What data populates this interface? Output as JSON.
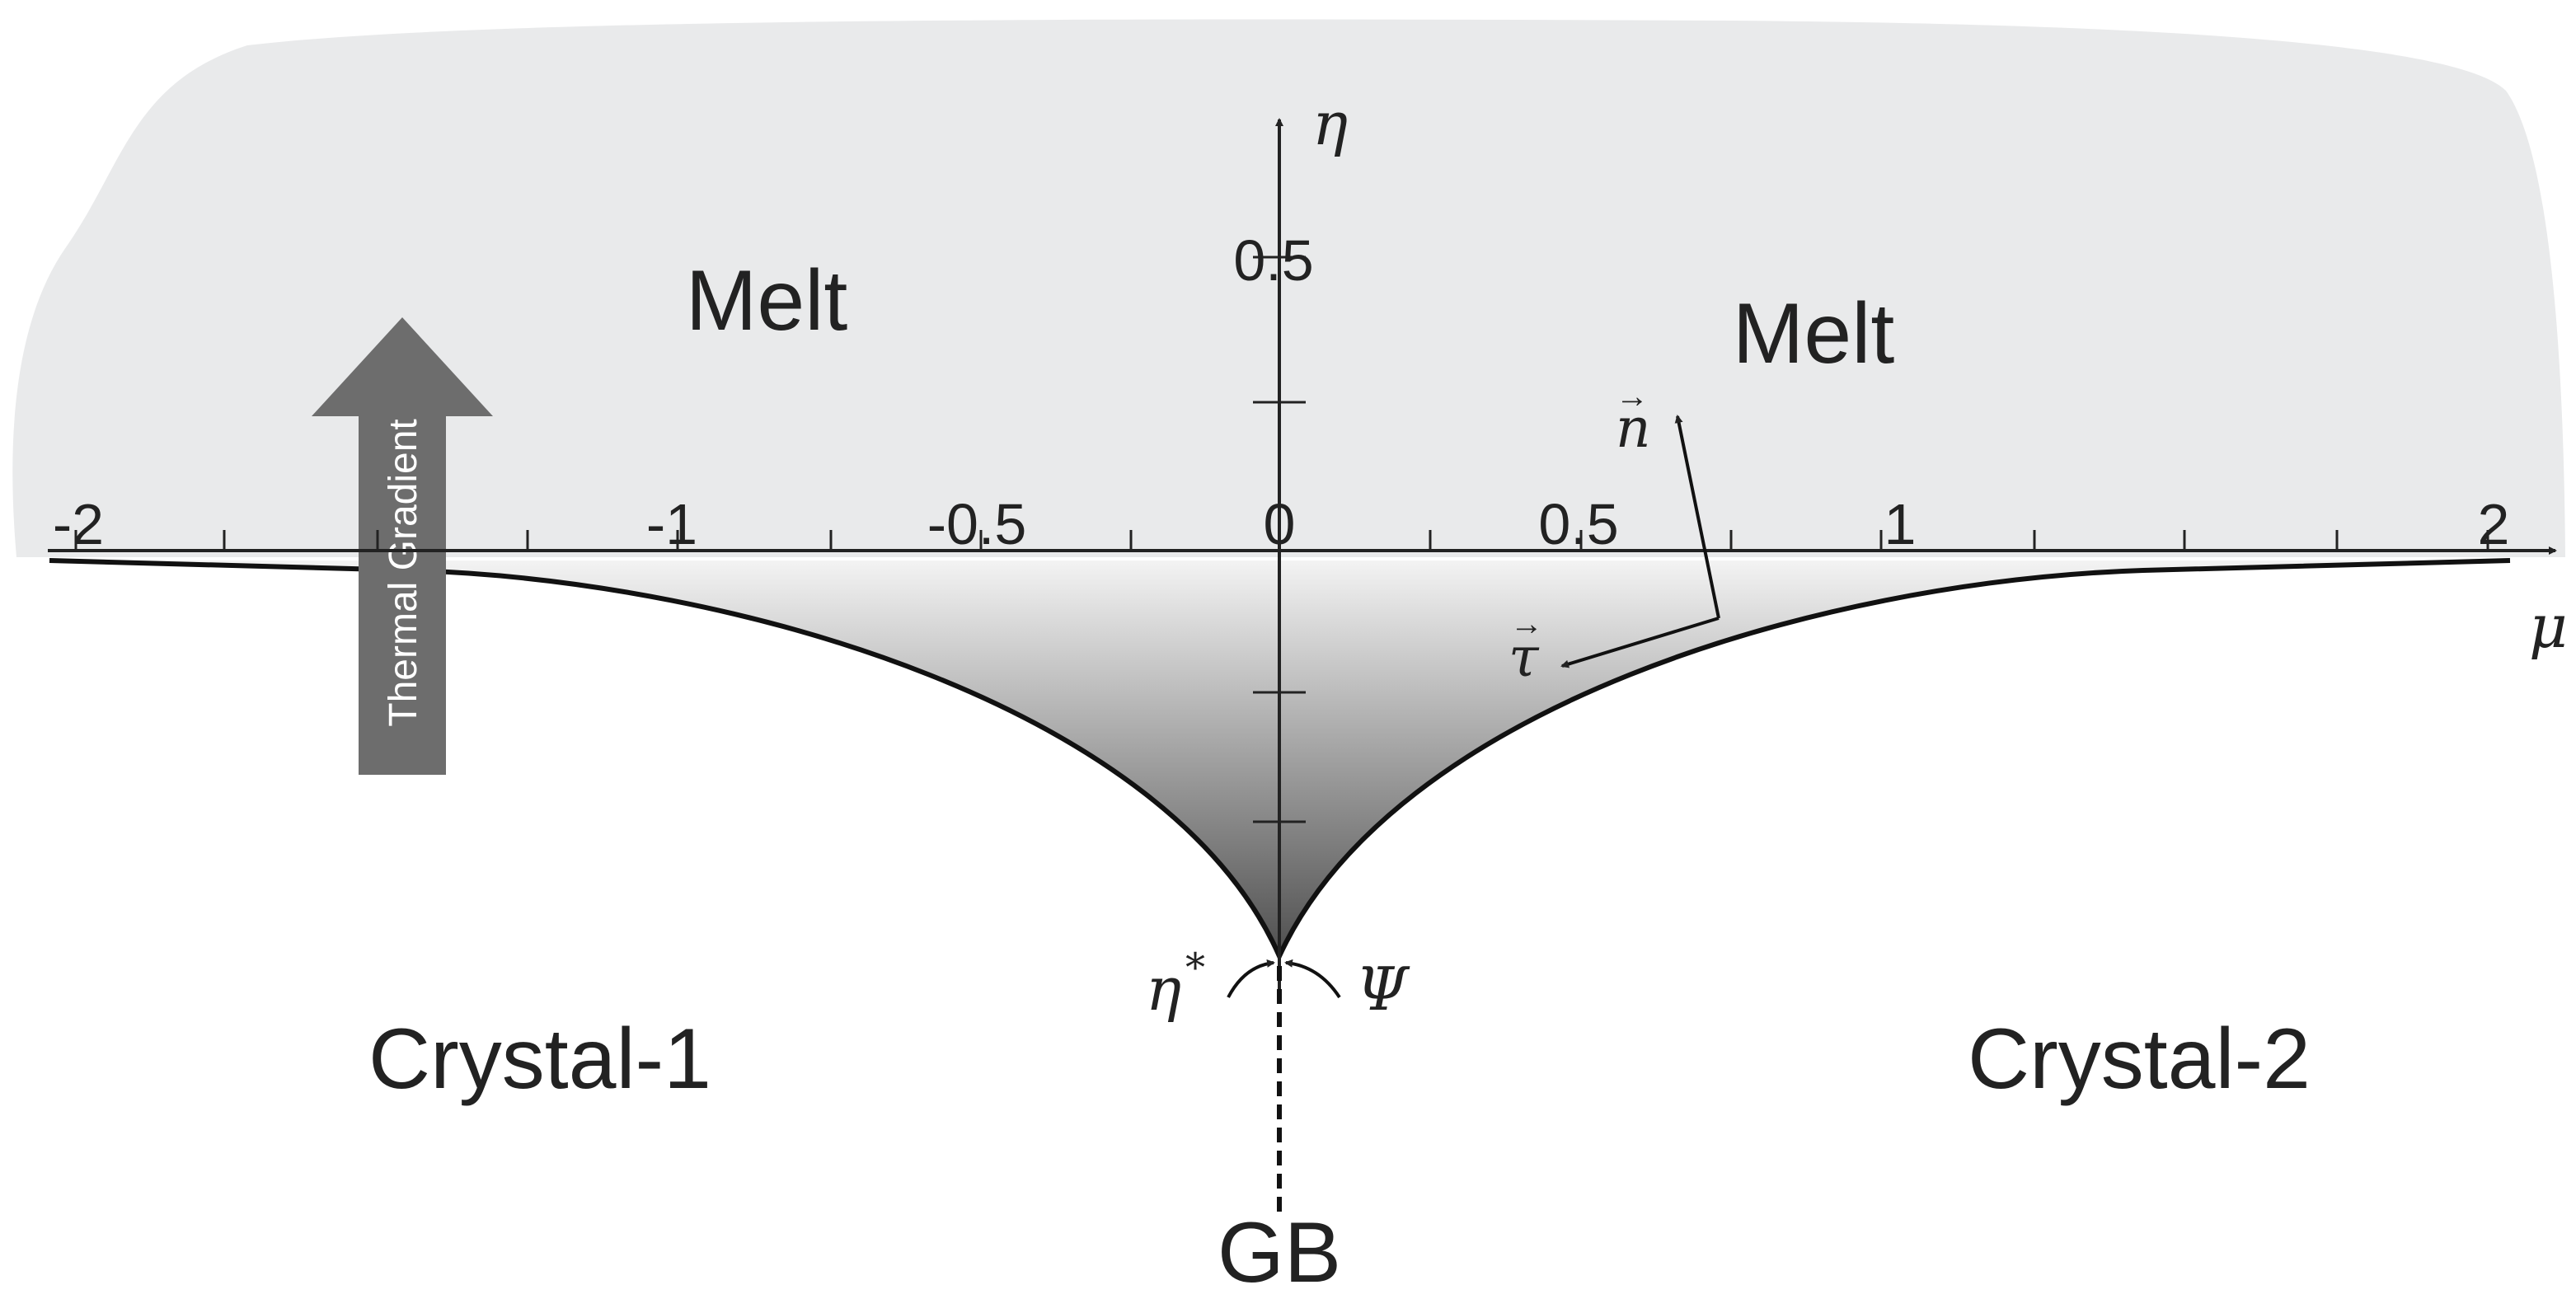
{
  "regions": {
    "melt_left": "Melt",
    "melt_right": "Melt",
    "crystal_1": "Crystal-1",
    "crystal_2": "Crystal-2",
    "grain_boundary": "GB"
  },
  "thermal_arrow": {
    "label": "Thermal Gradient",
    "color": "#6d6d6d"
  },
  "axes": {
    "x_symbol": "μ",
    "y_symbol": "η",
    "x_tick_labels": [
      "-2",
      "-1",
      "-0.5",
      "0",
      "0.5",
      "1",
      "2"
    ],
    "y_tick_labels": [
      "0.5"
    ]
  },
  "vectors": {
    "normal": "n",
    "tangent": "τ",
    "arrow_symbol": "→"
  },
  "angles": {
    "left": "η",
    "left_superscript": "*",
    "right": "Ψ"
  },
  "colors": {
    "melt": "#e9eaeb",
    "ink": "#222222",
    "groove_dark": "#5f5f5f"
  }
}
